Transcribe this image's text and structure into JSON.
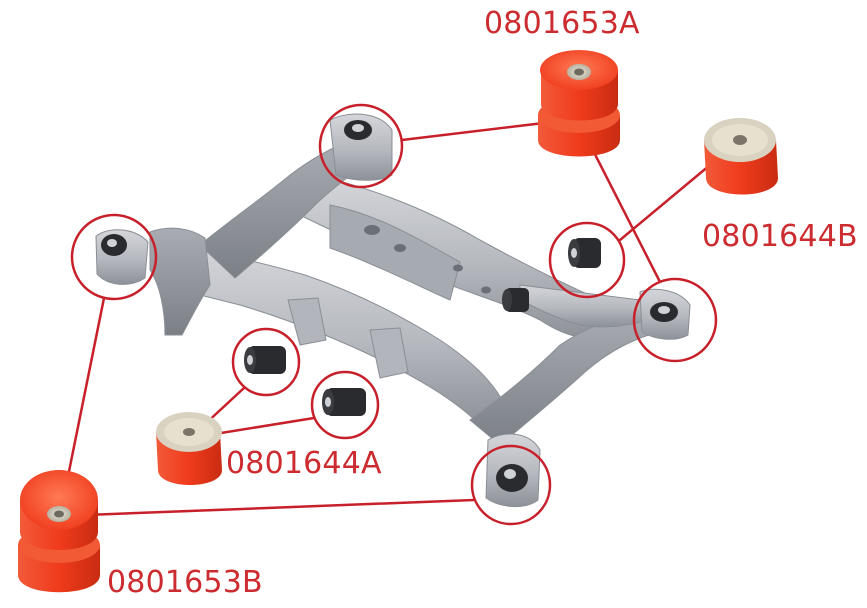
{
  "colors": {
    "background": "#ffffff",
    "callout": "#c8202a",
    "label_text": "#cc2b2f",
    "subframe": "#b9bcc2",
    "subframe_shadow": "#8f939a",
    "bushing_orange": "#ef3b1c",
    "bushing_insert": "#d9d2c0",
    "oem_rubber": "#2a2b2e"
  },
  "parts": [
    {
      "id": "0801653A",
      "label": "0801653A"
    },
    {
      "id": "0801644B",
      "label": "0801644B"
    },
    {
      "id": "0801644A",
      "label": "0801644A"
    },
    {
      "id": "0801653B",
      "label": "0801653B"
    }
  ]
}
